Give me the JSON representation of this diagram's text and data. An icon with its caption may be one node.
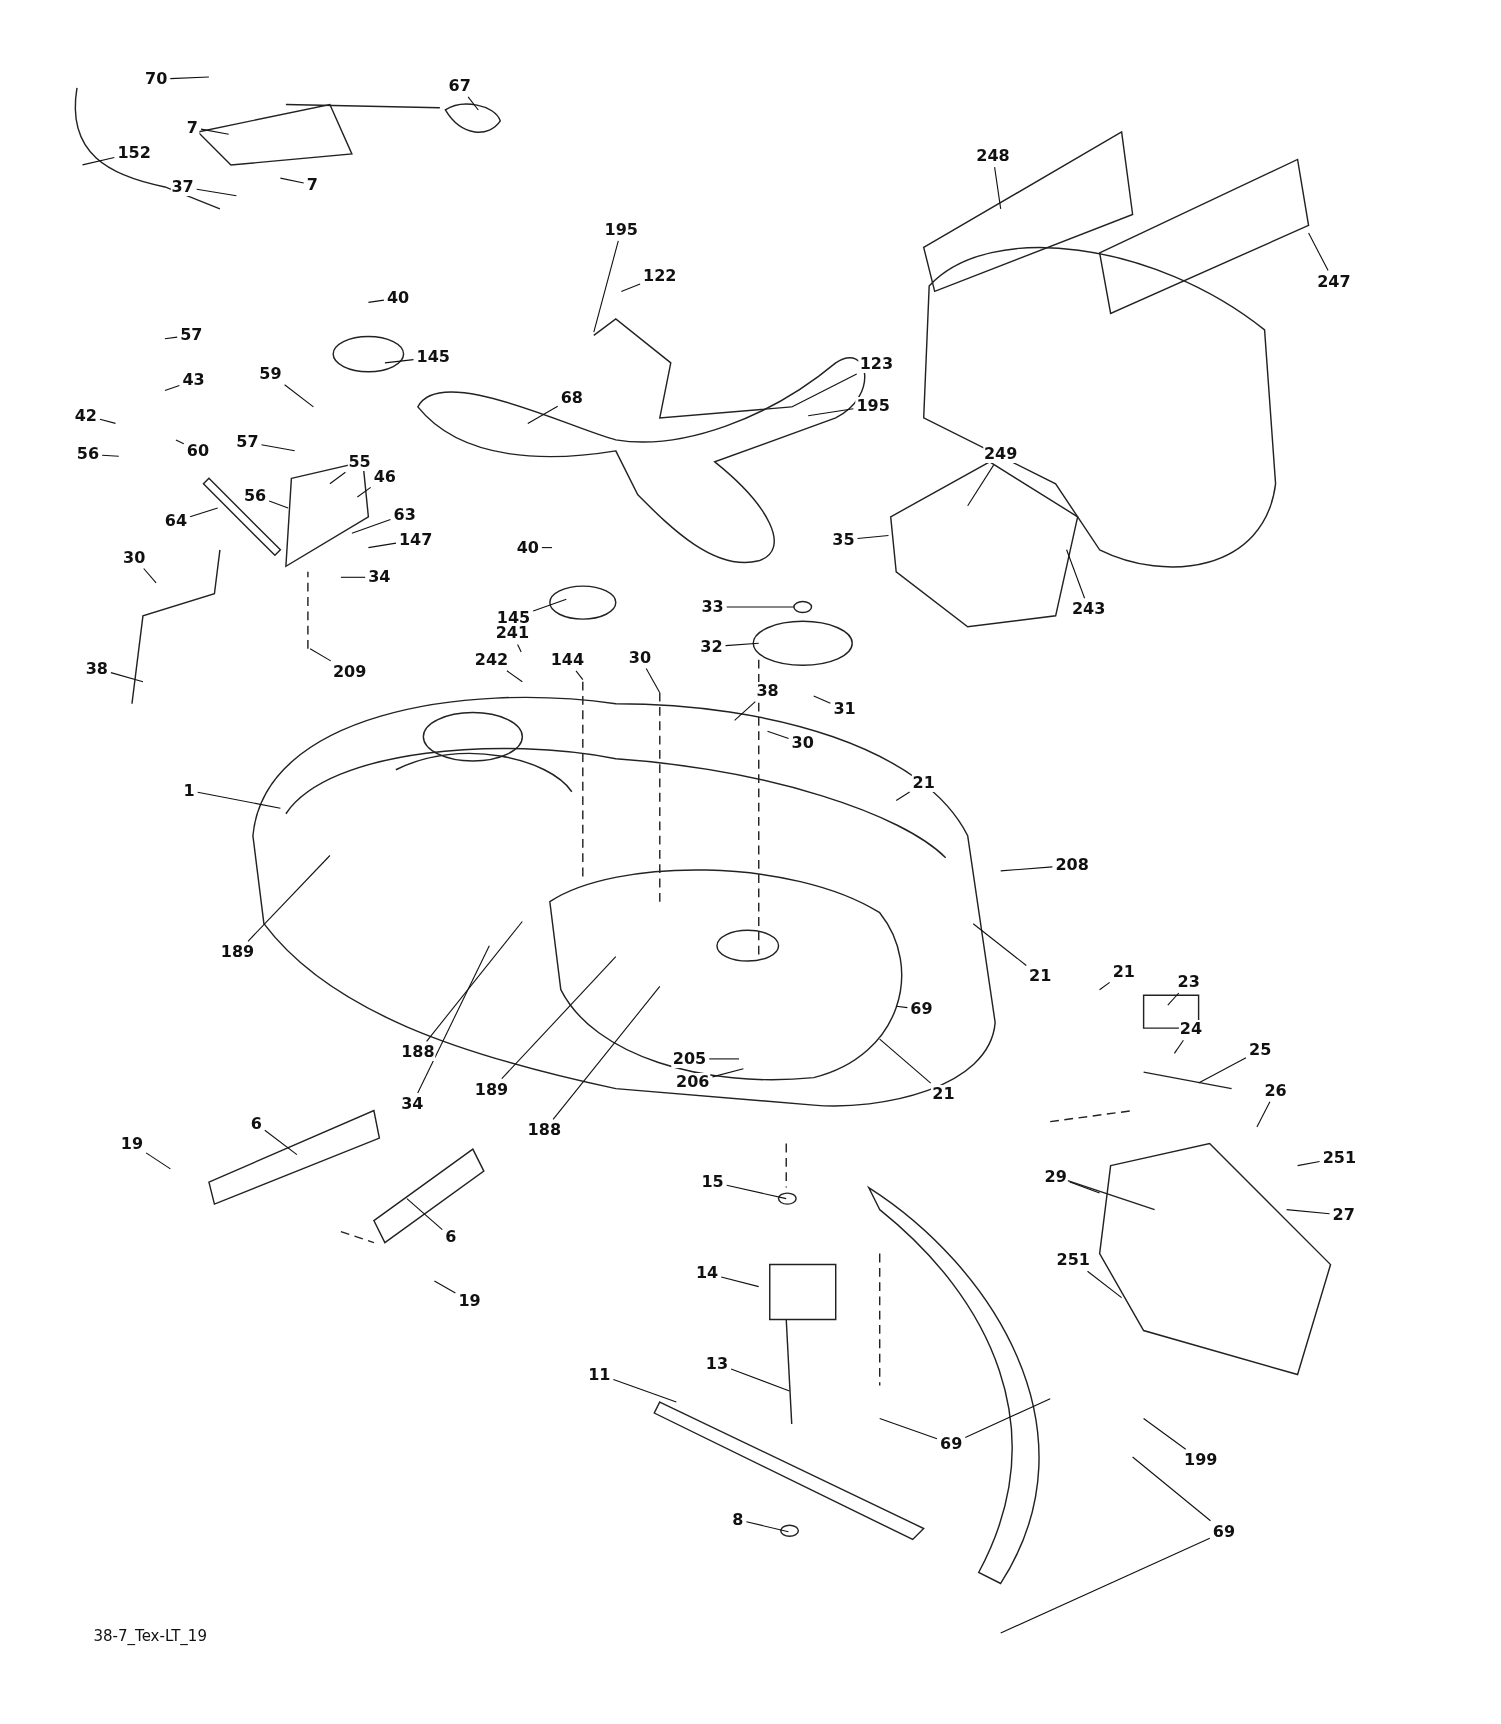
{
  "diagram": {
    "nodes": [
      {
        "text": [
          "70"
        ]
      },
      {
        "text": [
          "67"
        ]
      },
      {
        "text": [
          "7"
        ]
      },
      {
        "text": [
          "152"
        ]
      },
      {
        "text": [
          "7"
        ]
      },
      {
        "text": [
          "37"
        ]
      },
      {
        "text": [
          "248"
        ]
      },
      {
        "text": [
          "247"
        ]
      },
      {
        "text": [
          "195"
        ]
      },
      {
        "text": [
          "122"
        ]
      },
      {
        "text": [
          "40"
        ]
      },
      {
        "text": [
          "57"
        ]
      },
      {
        "text": [
          "145"
        ]
      },
      {
        "text": [
          "123"
        ]
      },
      {
        "text": [
          "43"
        ]
      },
      {
        "text": [
          "59"
        ]
      },
      {
        "text": [
          "68"
        ]
      },
      {
        "text": [
          "195"
        ]
      },
      {
        "text": [
          "42"
        ]
      },
      {
        "text": [
          "60"
        ]
      },
      {
        "text": [
          "56"
        ]
      },
      {
        "text": [
          "57"
        ]
      },
      {
        "text": [
          "249"
        ]
      },
      {
        "text": [
          "55"
        ]
      },
      {
        "text": [
          "46"
        ]
      },
      {
        "text": [
          "35"
        ]
      },
      {
        "text": [
          "56"
        ]
      },
      {
        "text": [
          "63"
        ]
      },
      {
        "text": [
          "64"
        ]
      },
      {
        "text": [
          "147"
        ]
      },
      {
        "text": [
          "40"
        ]
      },
      {
        "text": [
          "30"
        ]
      },
      {
        "text": [
          "34"
        ]
      },
      {
        "text": [
          "243"
        ]
      },
      {
        "text": [
          "33"
        ]
      },
      {
        "text": [
          "145"
        ]
      },
      {
        "text": [
          "241"
        ]
      },
      {
        "text": [
          "32"
        ]
      },
      {
        "text": [
          "144"
        ]
      },
      {
        "text": [
          "242"
        ]
      },
      {
        "text": [
          "30"
        ]
      },
      {
        "text": [
          "209"
        ]
      },
      {
        "text": [
          "38"
        ]
      },
      {
        "text": [
          "38"
        ]
      },
      {
        "text": [
          "31"
        ]
      },
      {
        "text": [
          "30"
        ]
      },
      {
        "text": [
          "1"
        ]
      },
      {
        "text": [
          "21"
        ]
      },
      {
        "text": [
          "208"
        ]
      },
      {
        "text": [
          "189"
        ]
      },
      {
        "text": [
          "21"
        ]
      },
      {
        "text": [
          "21"
        ]
      },
      {
        "text": [
          "23"
        ]
      },
      {
        "text": [
          "69"
        ]
      },
      {
        "text": [
          "188"
        ]
      },
      {
        "text": [
          "34"
        ]
      },
      {
        "text": [
          "189"
        ]
      },
      {
        "text": [
          "24"
        ]
      },
      {
        "text": [
          "25"
        ]
      },
      {
        "text": [
          "21"
        ]
      },
      {
        "text": [
          "205"
        ]
      },
      {
        "text": [
          "206"
        ]
      },
      {
        "text": [
          "188"
        ]
      },
      {
        "text": [
          "26"
        ]
      },
      {
        "text": [
          "6"
        ]
      },
      {
        "text": [
          "19"
        ]
      },
      {
        "text": [
          "251"
        ]
      },
      {
        "text": [
          "15"
        ]
      },
      {
        "text": [
          "29"
        ]
      },
      {
        "text": [
          "6"
        ]
      },
      {
        "text": [
          "27"
        ]
      },
      {
        "text": [
          "14"
        ]
      },
      {
        "text": [
          "251"
        ]
      },
      {
        "text": [
          "19"
        ]
      },
      {
        "text": [
          "13"
        ]
      },
      {
        "text": [
          "11"
        ]
      },
      {
        "text": [
          "69"
        ]
      },
      {
        "text": [
          "199"
        ]
      },
      {
        "text": [
          "8"
        ]
      },
      {
        "text": [
          "69"
        ]
      }
    ],
    "edges": [
      {
        "from": 0,
        "to": null,
        "arrow": "none"
      },
      {
        "from": 1,
        "to": null,
        "arrow": "none"
      },
      {
        "from": 2,
        "to": null,
        "arrow": "none"
      },
      {
        "from": 3,
        "to": null,
        "arrow": "none"
      },
      {
        "from": 4,
        "to": null,
        "arrow": "none"
      },
      {
        "from": 5,
        "to": null,
        "arrow": "none"
      },
      {
        "from": 6,
        "to": null,
        "arrow": "none"
      },
      {
        "from": 7,
        "to": null,
        "arrow": "none"
      },
      {
        "from": 8,
        "to": null,
        "arrow": "none"
      },
      {
        "from": 9,
        "to": null,
        "arrow": "none"
      },
      {
        "from": 10,
        "to": null,
        "arrow": "none"
      },
      {
        "from": 11,
        "to": null,
        "arrow": "none"
      },
      {
        "from": 12,
        "to": null,
        "arrow": "none"
      },
      {
        "from": 13,
        "to": null,
        "arrow": "none"
      },
      {
        "from": 14,
        "to": null,
        "arrow": "none"
      },
      {
        "from": 15,
        "to": null,
        "arrow": "none"
      },
      {
        "from": 16,
        "to": null,
        "arrow": "none"
      },
      {
        "from": 17,
        "to": null,
        "arrow": "none"
      },
      {
        "from": 18,
        "to": null,
        "arrow": "none"
      },
      {
        "from": 19,
        "to": null,
        "arrow": "none"
      },
      {
        "from": 20,
        "to": null,
        "arrow": "none"
      },
      {
        "from": 21,
        "to": null,
        "arrow": "none"
      },
      {
        "from": 22,
        "to": null,
        "arrow": "none"
      },
      {
        "from": 23,
        "to": null,
        "arrow": "none"
      },
      {
        "from": 24,
        "to": null,
        "arrow": "none"
      },
      {
        "from": 25,
        "to": null,
        "arrow": "none"
      },
      {
        "from": 26,
        "to": null,
        "arrow": "none"
      },
      {
        "from": 27,
        "to": null,
        "arrow": "none"
      },
      {
        "from": 28,
        "to": null,
        "arrow": "none"
      },
      {
        "from": 29,
        "to": null,
        "arrow": "none"
      },
      {
        "from": 30,
        "to": null,
        "arrow": "none"
      },
      {
        "from": 31,
        "to": null,
        "arrow": "none"
      },
      {
        "from": 32,
        "to": null,
        "arrow": "none"
      },
      {
        "from": 33,
        "to": null,
        "arrow": "none"
      },
      {
        "from": 34,
        "to": null,
        "arrow": "none"
      },
      {
        "from": 35,
        "to": null,
        "arrow": "none"
      },
      {
        "from": 36,
        "to": null,
        "arrow": "none"
      },
      {
        "from": 37,
        "to": null,
        "arrow": "none"
      },
      {
        "from": 38,
        "to": null,
        "arrow": "none"
      },
      {
        "from": 39,
        "to": null,
        "arrow": "none"
      },
      {
        "from": 40,
        "to": null,
        "arrow": "none"
      },
      {
        "from": 41,
        "to": null,
        "arrow": "none"
      },
      {
        "from": 42,
        "to": null,
        "arrow": "none"
      },
      {
        "from": 43,
        "to": null,
        "arrow": "none"
      },
      {
        "from": 44,
        "to": null,
        "arrow": "none"
      },
      {
        "from": 45,
        "to": null,
        "arrow": "none"
      },
      {
        "from": 46,
        "to": null,
        "arrow": "none"
      },
      {
        "from": 47,
        "to": null,
        "arrow": "none"
      },
      {
        "from": 48,
        "to": null,
        "arrow": "none"
      },
      {
        "from": 49,
        "to": null,
        "arrow": "none"
      },
      {
        "from": 50,
        "to": null,
        "arrow": "none"
      },
      {
        "from": 51,
        "to": null,
        "arrow": "none"
      },
      {
        "from": 52,
        "to": null,
        "arrow": "none"
      },
      {
        "from": 53,
        "to": null,
        "arrow": "none"
      },
      {
        "from": 54,
        "to": null,
        "arrow": "none"
      },
      {
        "from": 55,
        "to": null,
        "arrow": "none"
      },
      {
        "from": 56,
        "to": null,
        "arrow": "none"
      },
      {
        "from": 57,
        "to": null,
        "arrow": "none"
      },
      {
        "from": 58,
        "to": null,
        "arrow": "none"
      },
      {
        "from": 59,
        "to": null,
        "arrow": "none"
      },
      {
        "from": 60,
        "to": null,
        "arrow": "none"
      },
      {
        "from": 61,
        "to": null,
        "arrow": "none"
      },
      {
        "from": 62,
        "to": null,
        "arrow": "none"
      },
      {
        "from": 63,
        "to": null,
        "arrow": "none"
      },
      {
        "from": 64,
        "to": null,
        "arrow": "none"
      },
      {
        "from": 65,
        "to": null,
        "arrow": "none"
      },
      {
        "from": 66,
        "to": null,
        "arrow": "none"
      },
      {
        "from": 67,
        "to": null,
        "arrow": "none"
      },
      {
        "from": 68,
        "to": null,
        "arrow": "none"
      },
      {
        "from": 69,
        "to": null,
        "arrow": "none"
      },
      {
        "from": 70,
        "to": null,
        "arrow": "none"
      },
      {
        "from": 71,
        "to": null,
        "arrow": "none"
      },
      {
        "from": 72,
        "to": null,
        "arrow": "none"
      },
      {
        "from": 73,
        "to": null,
        "arrow": "none"
      },
      {
        "from": 74,
        "to": null,
        "arrow": "none"
      },
      {
        "from": 75,
        "to": null,
        "arrow": "none"
      },
      {
        "from": 76,
        "to": null,
        "arrow": "none"
      },
      {
        "from": 76,
        "to": null,
        "arrow": "none"
      },
      {
        "from": 77,
        "to": null,
        "arrow": "none"
      },
      {
        "from": 78,
        "to": null,
        "arrow": "none"
      },
      {
        "from": 79,
        "to": null,
        "arrow": "none"
      },
      {
        "from": 79,
        "to": null,
        "arrow": "none"
      }
    ],
    "labels": [
      "38-7_Tex-LT_19"
    ]
  }
}
